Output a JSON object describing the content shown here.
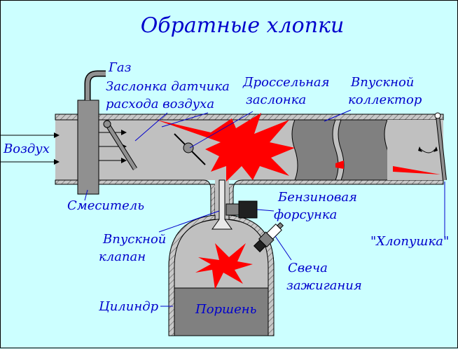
{
  "title": "Обратные хлопки",
  "labels": {
    "gas": "Газ",
    "sensor_flap_1": "Заслонка датчика",
    "sensor_flap_2": "расхода воздуха",
    "throttle_1": "Дроссельная",
    "throttle_2": "заслонка",
    "manifold_1": "Впускной",
    "manifold_2": "коллектор",
    "air": "Воздух",
    "mixer": "Смеситель",
    "injector_1": "Бензиновая",
    "injector_2": "форсунка",
    "intake_valve_1": "Впускной",
    "intake_valve_2": "клапан",
    "popper": "\"Хлопушка\"",
    "spark_plug_1": "Свеча",
    "spark_plug_2": "зажигания",
    "cylinder": "Цилиндр",
    "piston": "Поршень"
  },
  "colors": {
    "background": "#ccffff",
    "label": "#0000cc",
    "metal": "#c0c0c0",
    "dark_metal": "#808080",
    "flame": "#ff0000"
  }
}
